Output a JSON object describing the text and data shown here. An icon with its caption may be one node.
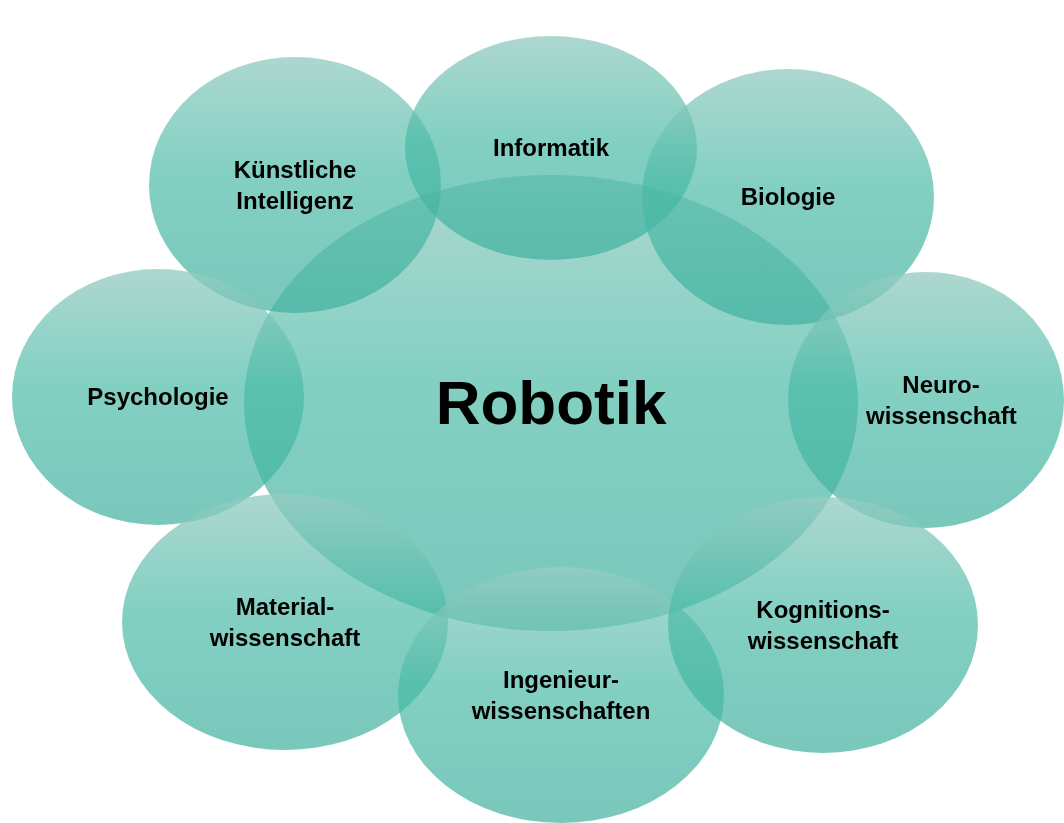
{
  "diagram": {
    "nodes": [
      {
        "text": [
          "Robotik"
        ]
      },
      {
        "text": [
          "Künstliche Intelligenz"
        ]
      },
      {
        "text": [
          "Informatik"
        ]
      },
      {
        "text": [
          "Biologie"
        ]
      },
      {
        "text": [
          "Psychologie"
        ]
      },
      {
        "text": [
          "Neuro- wissenschaft"
        ]
      },
      {
        "text": [
          "Material- wissenschaft"
        ]
      },
      {
        "text": [
          "Ingenieur- wissenschaften"
        ]
      },
      {
        "text": [
          "Kognitions- wissenschaft"
        ]
      }
    ]
  }
}
